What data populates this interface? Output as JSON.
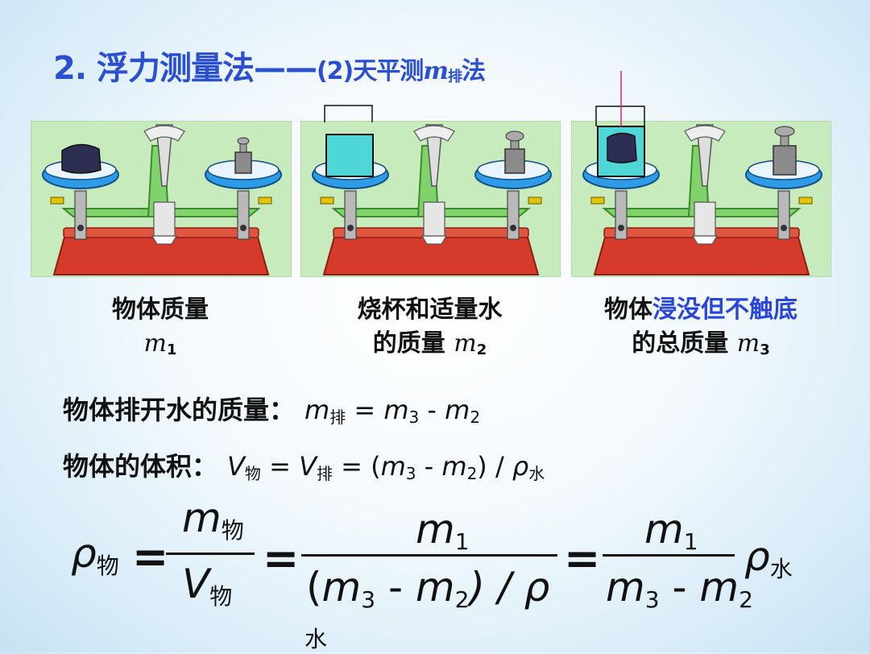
{
  "title": {
    "main": "2. 浮力测量法——",
    "sub_prefix": "(2)天平测",
    "sub_var": "m",
    "sub_script": "排",
    "sub_suffix": "法"
  },
  "colors": {
    "title": "#2a4fd0",
    "highlight": "#2a46d8",
    "panel_bg": "#c8ebbd",
    "base": "#d63a2a",
    "pan": "#2e9be6",
    "water": "#4fd6d6",
    "object": "#2d2f52",
    "weight": "#8b8b8b"
  },
  "panels": [
    {
      "name": "object-on-pan",
      "caption_line1": "物体质量",
      "caption_var": "m",
      "caption_sub": "1"
    },
    {
      "name": "beaker-water",
      "caption_line1": "烧杯和适量水",
      "caption_line2_prefix": "的质量 ",
      "caption_var": "m",
      "caption_sub": "2"
    },
    {
      "name": "object-immersed",
      "caption_line1_prefix": "物体",
      "caption_line1_highlight": "浸没但不触底",
      "caption_line2_prefix": "的总质量 ",
      "caption_var": "m",
      "caption_sub": "3"
    }
  ],
  "line1": {
    "label": "物体排开水的质量：",
    "m": "m",
    "sub_pai": "排",
    "eq": " = ",
    "m3": "m",
    "sub3": "3",
    "minus": " - ",
    "m2": "m",
    "sub2": "2"
  },
  "line2": {
    "label": "物体的体积：",
    "V": "V",
    "sub_wu": "物",
    "eq": " = ",
    "V2": "V",
    "sub_pai": "排",
    "eq2": " = (",
    "m3": "m",
    "sub3": "3",
    "minus": " - ",
    "m2": "m",
    "sub2": "2",
    "close": ") / ",
    "rho": "ρ",
    "sub_shui": "水"
  },
  "formula": {
    "rho": "ρ",
    "sub_wu": "物",
    "eq": "=",
    "f1_num": "m",
    "f1_num_sub": "物",
    "f1_den": "V",
    "f1_den_sub": "物",
    "f2_num": "m",
    "f2_num_sub": "1",
    "f2_den_open": "(",
    "f2_den_m3": "m",
    "f2_den_sub3": "3",
    "f2_den_minus": " - ",
    "f2_den_m2": "m",
    "f2_den_sub2": "2",
    "f2_den_close": ") / ρ",
    "water_below": "水",
    "f3_num": "m",
    "f3_num_sub": "1",
    "f3_den_m3": "m",
    "f3_den_sub3": "3",
    "f3_den_minus": " - ",
    "f3_den_m2": "m",
    "f3_den_sub2": "2",
    "tail_rho": "ρ",
    "tail_sub": "水"
  }
}
